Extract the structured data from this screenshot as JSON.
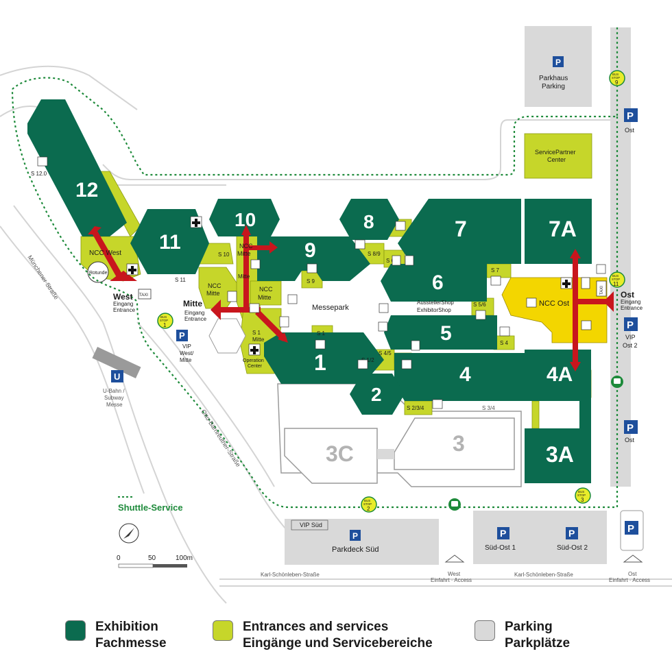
{
  "colors": {
    "exhibition": "#0b6b4f",
    "services": "#c6d62a",
    "ncc_ost": "#f3d600",
    "parking": "#d9d9d9",
    "road": "#e6e6e6",
    "shuttle": "#1d8a3a",
    "arrow": "#c8161d",
    "parking_blue": "#1e4f9c"
  },
  "halls": {
    "h12": "12",
    "h11": "11",
    "h10": "10",
    "h9": "9",
    "h8": "8",
    "h7": "7",
    "h7a": "7A",
    "h6": "6",
    "h5": "5",
    "h4": "4",
    "h4a": "4A",
    "h1": "1",
    "h2": "2",
    "h3": "3",
    "h3a": "3A",
    "h3c": "3C"
  },
  "places": {
    "ncc_west": "NCC West",
    "rotunde": "Rotunde",
    "ncc_mitte_1": "NCC",
    "ncc_mitte_2": "Mitte",
    "ncc_ost": "NCC Ost",
    "messepark": "Messepark",
    "aussteller_1": "AusstellerShop",
    "aussteller_2": "ExhibitorShop",
    "operation_1": "Operation",
    "operation_2": "Center",
    "parkhaus_1": "Parkhaus",
    "parkhaus_2": "Parking",
    "servicepartner_1": "ServicePartner",
    "servicepartner_2": "Center",
    "parkdeck_sued": "Parkdeck Süd",
    "vip_sued": "VIP Süd",
    "sued_ost_1": "Süd-Ost 1",
    "sued_ost_2": "Süd-Ost 2",
    "ubahn_1": "U-Bahn /",
    "ubahn_2": "Subway",
    "ubahn_3": "Messe",
    "vip_west_1": "VIP",
    "vip_west_2": "West/",
    "vip_west_3": "Mitte",
    "vip_ost_1": "VIP",
    "vip_ost_2": "Ost 2",
    "ost_p1": "Ost",
    "ost_p2": "Ost"
  },
  "entrances": {
    "west": {
      "name": "West",
      "line1": "Eingang",
      "line2": "Entrance"
    },
    "mitte": {
      "name": "Mitte",
      "line1": "Eingang",
      "line2": "Entrance"
    },
    "ost": {
      "name": "Ost",
      "line1": "Eingang",
      "line2": "Entrance"
    }
  },
  "stops": {
    "s12_0": "S 12.0",
    "s11": "S 11",
    "s10": "S 10",
    "s9": "S 9",
    "s8_9": "S 8/9",
    "s6_7": "S 6/7",
    "s7": "S 7",
    "s5_6": "S 5/6",
    "s4": "S 4",
    "s4_5": "S 4/5",
    "s1_2": "S 1/2",
    "s1": "S 1",
    "s2_3_4": "S 2/3/4",
    "s3_4": "S 3/4",
    "s10_mitte": "Mitte",
    "s1_mitte": "Mitte"
  },
  "bus": {
    "label_1": "BUS",
    "label_2": "STOP",
    "stop1": "1",
    "stop2": "2",
    "stop3": "3",
    "stop9": "9",
    "stop11": "11"
  },
  "roads": {
    "muenchener": "Münchener Straße",
    "otto": "Otto-Bärnreuther-Straße",
    "karl_left": "Karl-Schönleben-Straße",
    "karl_right": "Karl-Schönleben-Straße"
  },
  "access": {
    "west_1": "West",
    "west_2": "Einfahrt · Access",
    "ost_1": "Ost",
    "ost_2": "Einfahrt · Access"
  },
  "icons": {
    "taxi": "TAXI",
    "parking": "P",
    "ubahn": "U"
  },
  "shuttle_label": "Shuttle-Service",
  "scale": {
    "t0": "0",
    "t50": "50",
    "t100": "100m"
  },
  "legend": [
    {
      "line1": "Exhibition",
      "line2": "Fachmesse",
      "color": "#0b6b4f"
    },
    {
      "line1": "Entrances and services",
      "line2": "Eingänge und Servicebereiche",
      "color": "#c6d62a"
    },
    {
      "line1": "Parking",
      "line2": "Parkplätze",
      "color": "#d9d9d9"
    }
  ]
}
